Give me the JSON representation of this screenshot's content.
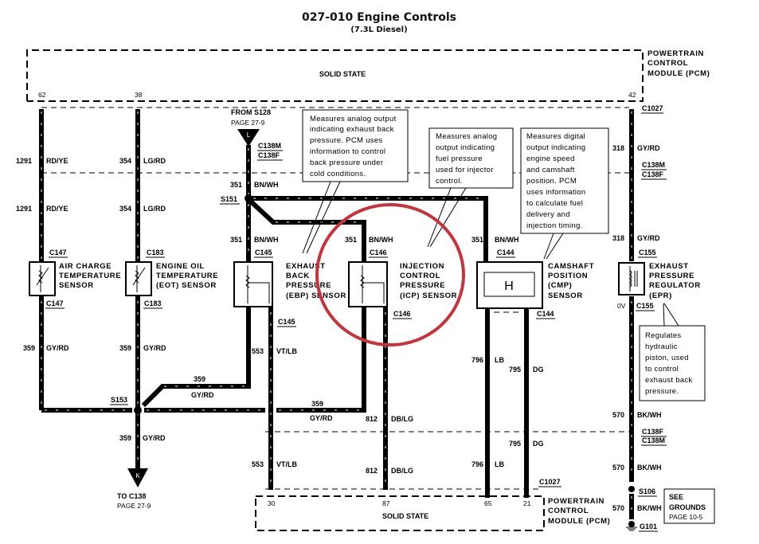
{
  "header": {
    "title": "027-010 Engine Controls",
    "subtitle": "(7.3L Diesel)"
  },
  "pcm_top": {
    "label": "SOLID STATE",
    "module_lines": [
      "POWERTRAIN",
      "CONTROL",
      "MODULE (PCM)"
    ],
    "pins": [
      "62",
      "38",
      "42"
    ],
    "connector": "C1027"
  },
  "pcm_bottom": {
    "label": "SOLID STATE",
    "module_lines": [
      "POWERTRAIN",
      "CONTROL",
      "MODULE (PCM)"
    ],
    "pins": [
      "30",
      "87",
      "65",
      "21"
    ],
    "connector": "C1027"
  },
  "from_ref": {
    "lines": [
      "FROM S128",
      "PAGE 27-9"
    ],
    "symbol": "L",
    "connector_m": "C138M",
    "connector_f": "C138F"
  },
  "to_ref": {
    "lines": [
      "TO C138",
      "PAGE 27-9"
    ],
    "symbol": "K"
  },
  "splices": {
    "s151": "S151",
    "s153": "S153",
    "s106": "S106",
    "g101": "G101"
  },
  "wires": {
    "w1291": {
      "circuit": "1291",
      "color": "RD/YE"
    },
    "w354": {
      "circuit": "354",
      "color": "LG/RD"
    },
    "w351": {
      "circuit": "351",
      "color": "BN/WH"
    },
    "w318": {
      "circuit": "318",
      "color": "GY/RD"
    },
    "w359": {
      "circuit": "359",
      "color": "GY/RD"
    },
    "w553": {
      "circuit": "553",
      "color": "VT/LB"
    },
    "w812": {
      "circuit": "812",
      "color": "DB/LG"
    },
    "w796": {
      "circuit": "796",
      "color": "LB"
    },
    "w795": {
      "circuit": "795",
      "color": "DG"
    },
    "w570": {
      "circuit": "570",
      "color": "BK/WH"
    }
  },
  "connectors": {
    "c138m": "C138M",
    "c138f": "C138F",
    "c147": "C147",
    "c183": "C183",
    "c145": "C145",
    "c146": "C146",
    "c144": "C144",
    "c155": "C155"
  },
  "components": {
    "act": [
      "AIR CHARGE",
      "TEMPERATURE",
      "SENSOR"
    ],
    "eot": [
      "ENGINE OIL",
      "TEMPERATURE",
      "(EOT) SENSOR"
    ],
    "ebp": [
      "EXHAUST",
      "BACK",
      "PRESSURE",
      "(EBP) SENSOR"
    ],
    "icp": [
      "INJECTION",
      "CONTROL",
      "PRESSURE",
      "(ICP) SENSOR"
    ],
    "cmp": [
      "CAMSHAFT",
      "POSITION",
      "(CMP)",
      "SENSOR"
    ],
    "cmp_symbol": "H",
    "epr": [
      "EXHAUST",
      "PRESSURE",
      "REGULATOR",
      "(EPR)"
    ],
    "epr_voltage": "0V"
  },
  "notes": {
    "ebp": [
      "Measures analog output",
      "indicating exhaust back",
      "pressure.  PCM uses",
      "information to control",
      "back pressure under",
      "cold conditions."
    ],
    "icp": [
      "Measures analog",
      "output indicating",
      "fuel pressure",
      "used for injector",
      "control."
    ],
    "cmp": [
      "Measures digital",
      "output indicating",
      "engine speed",
      "and camshaft",
      "position.  PCM",
      "uses information",
      "to calculate fuel",
      "delivery and",
      "injection timing."
    ],
    "epr": [
      "Regulates",
      "hydraulic",
      "piston, used",
      "to control",
      "exhaust back",
      "pressure."
    ]
  },
  "grounds_ref": {
    "lines": [
      "SEE",
      "GROUNDS",
      "PAGE 10-5"
    ]
  },
  "highlight": {
    "color": "#c8323c",
    "target": "ICP sensor"
  }
}
